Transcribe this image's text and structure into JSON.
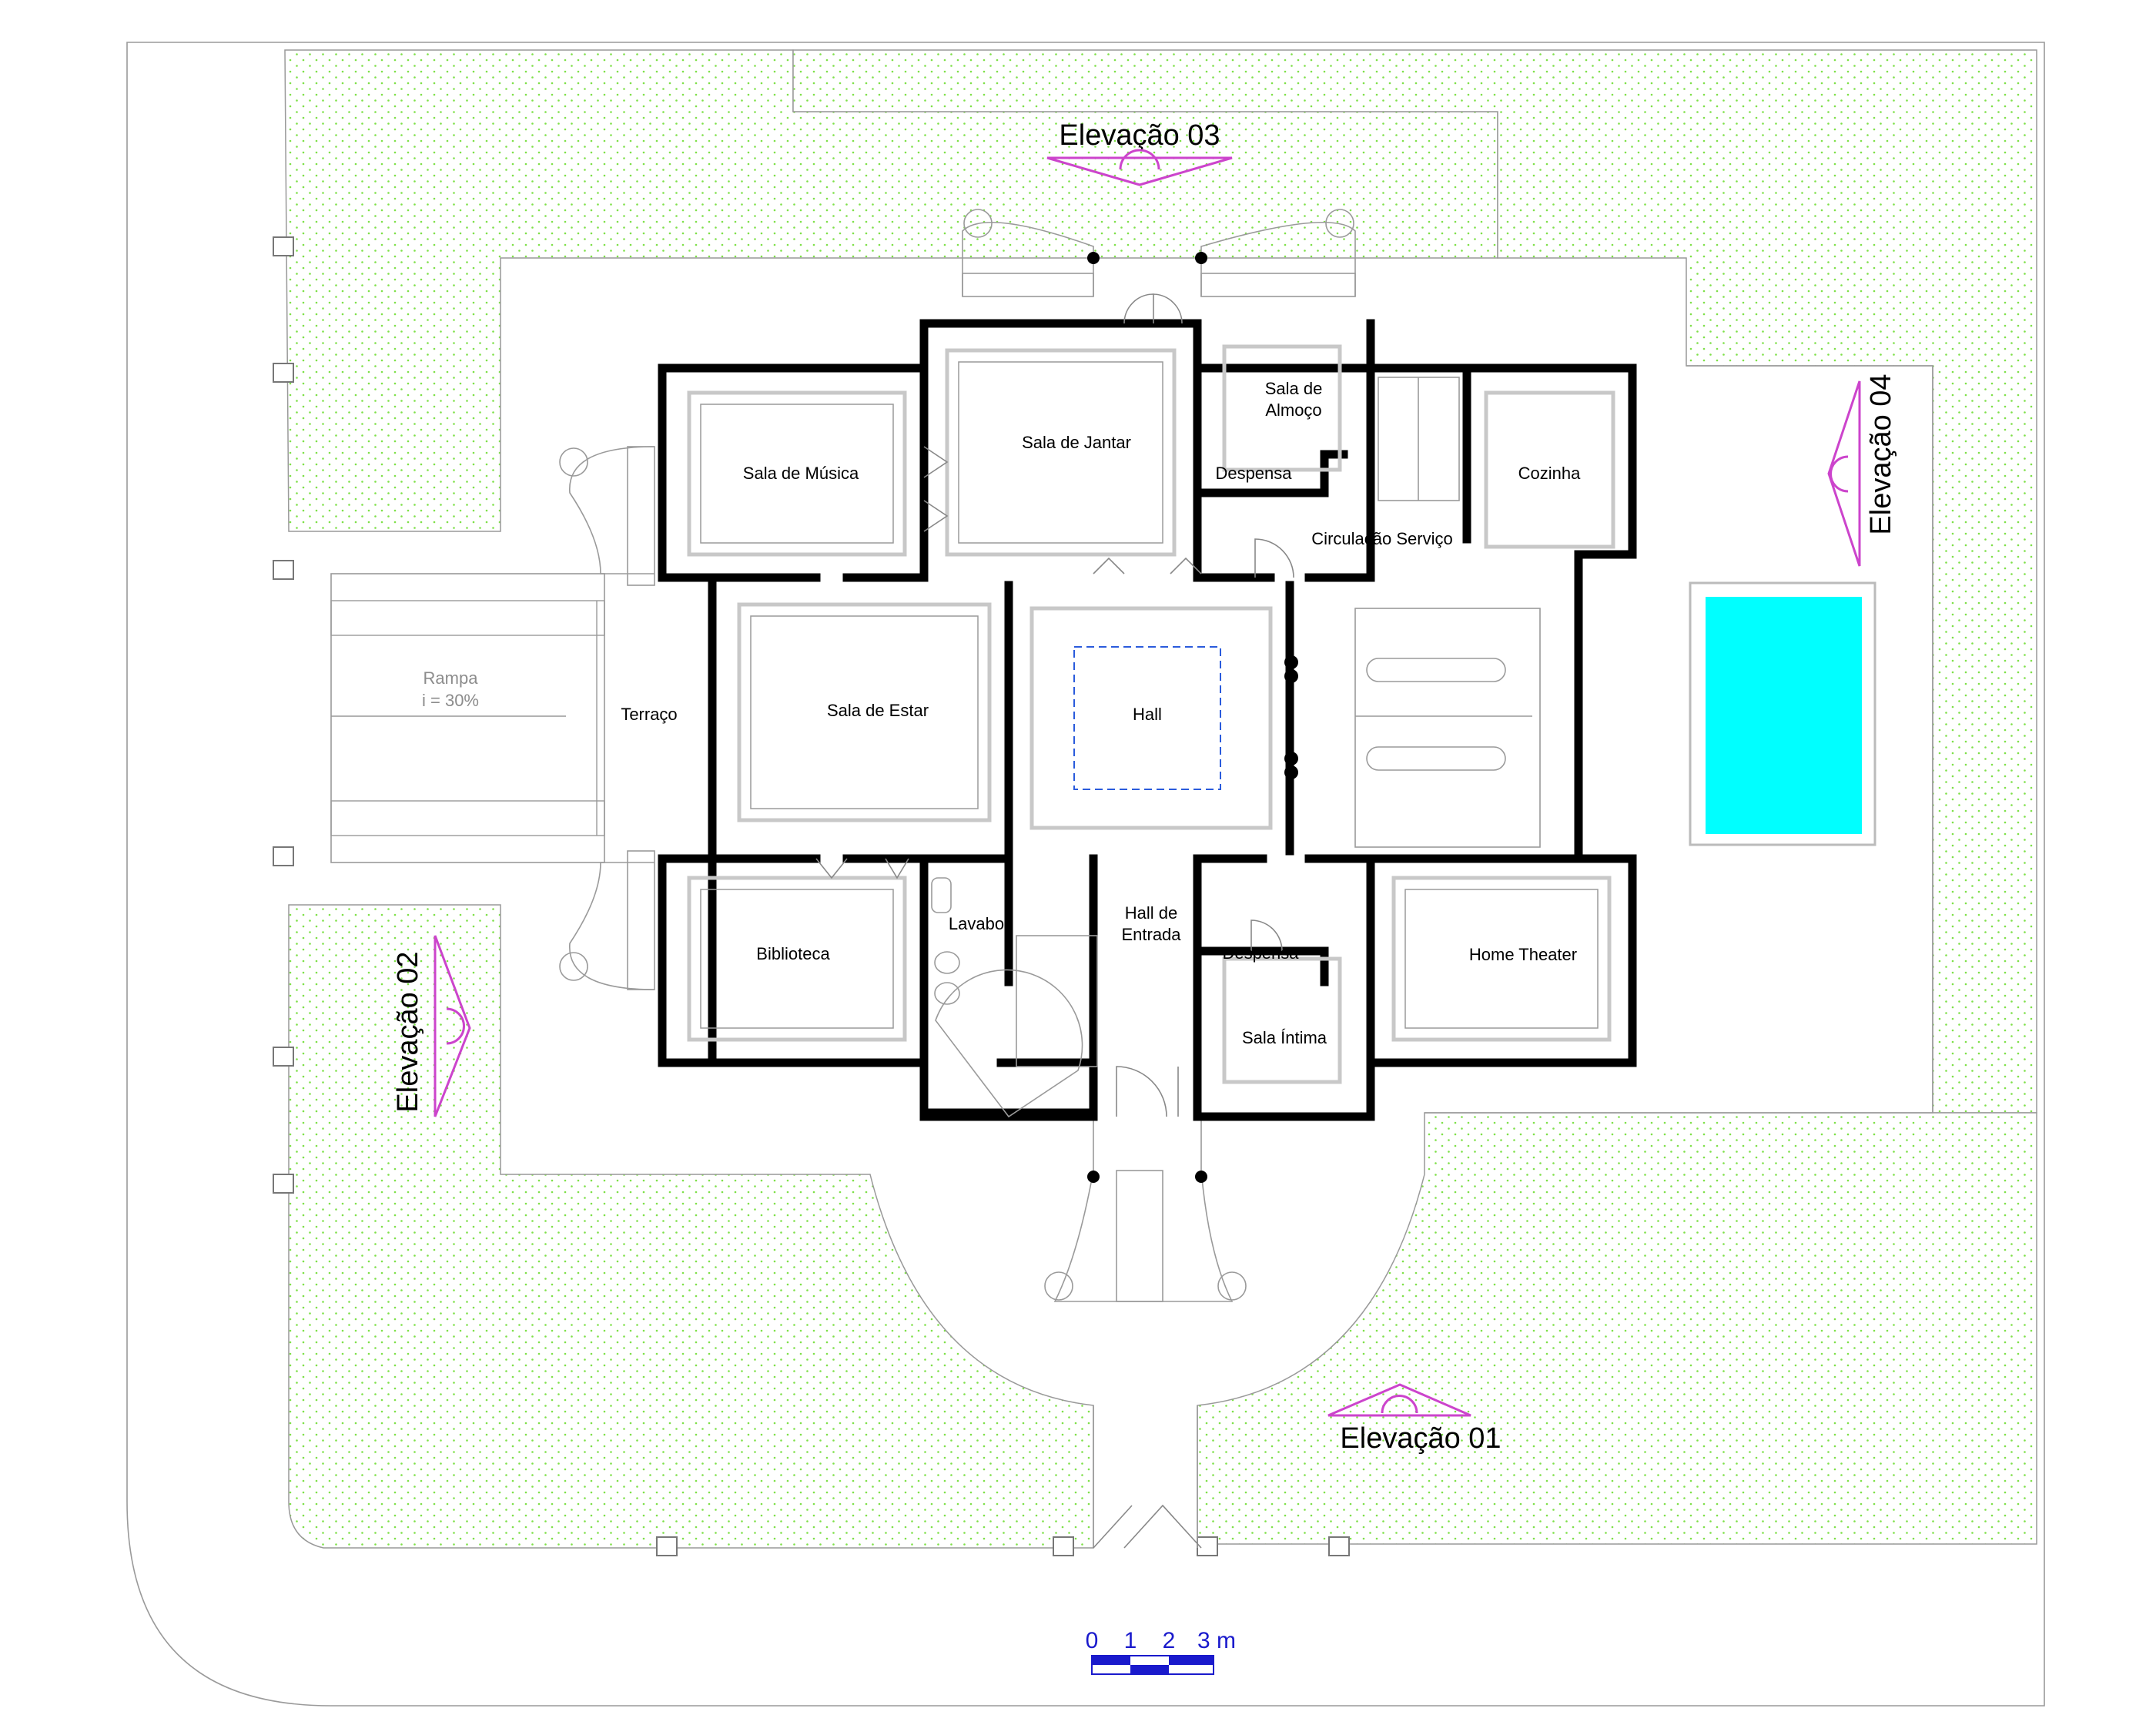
{
  "rooms": {
    "sala_musica": "Sala de Música",
    "sala_jantar": "Sala de Jantar",
    "sala_almoco_1": "Sala de",
    "sala_almoco_2": "Almoço",
    "despensa_top": "Despensa",
    "cozinha": "Cozinha",
    "circulacao": "Circulação Serviço",
    "sala_estar": "Sala de Estar",
    "hall": "Hall",
    "terraco": "Terraço",
    "biblioteca": "Biblioteca",
    "lavabo": "Lavabo",
    "hall_entrada_1": "Hall de",
    "hall_entrada_2": "Entrada",
    "despensa_bottom": "Despensa",
    "sala_intima": "Sala Íntima",
    "home_theater": "Home Theater",
    "rampa_1": "Rampa",
    "rampa_2": "i = 30%"
  },
  "elevations": {
    "e01": "Elevação 01",
    "e02": "Elevação 02",
    "e03": "Elevação 03",
    "e04": "Elevação 04"
  },
  "scale_bar": {
    "labels": [
      "0",
      "1",
      "2",
      "3 m"
    ]
  },
  "colors": {
    "pool": "#00ffff",
    "grass_dot": "#7ee048",
    "elevation_marker": "#cc44cc",
    "scale": "#1a1acc"
  }
}
